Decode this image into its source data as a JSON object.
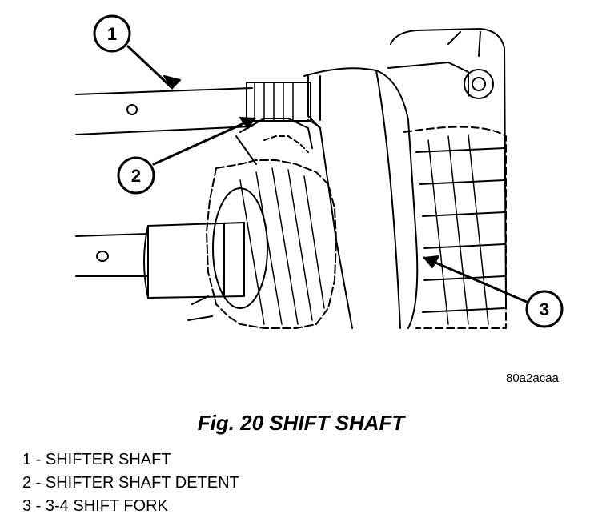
{
  "figure": {
    "caption": "Fig. 20 SHIFT SHAFT",
    "image_code": "80a2acaa"
  },
  "callouts": [
    {
      "number": "1"
    },
    {
      "number": "2"
    },
    {
      "number": "3"
    }
  ],
  "legend": [
    {
      "text": "1 - SHIFTER SHAFT"
    },
    {
      "text": "2 - SHIFTER SHAFT DETENT"
    },
    {
      "text": "3 - 3-4 SHIFT FORK"
    }
  ],
  "colors": {
    "ink": "#000000",
    "paper": "#ffffff"
  }
}
